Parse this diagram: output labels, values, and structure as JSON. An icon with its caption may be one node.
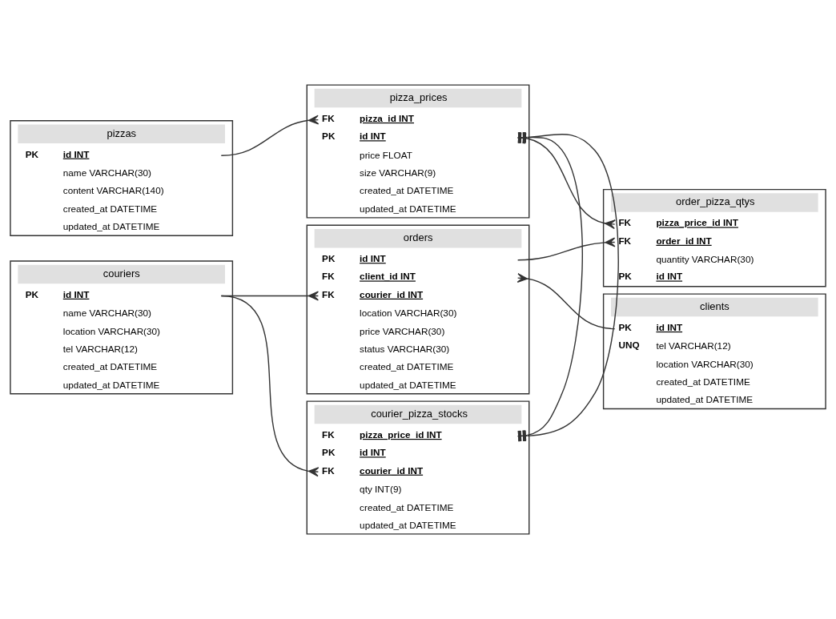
{
  "diagram": {
    "nodes": [
      {
        "text": [
          "pizzas"
        ]
      },
      {
        "text": [
          "PK",
          "id INT"
        ],
        "in": 0
      },
      {
        "text": [
          "name VARCHAR(30)"
        ],
        "in": 0
      },
      {
        "text": [
          "content VARCHAR(140)"
        ],
        "in": 0
      },
      {
        "text": [
          "created_at DATETIME"
        ],
        "in": 0
      },
      {
        "text": [
          "updated_at DATETIME"
        ],
        "in": 0
      },
      {
        "text": [
          "pizza_prices"
        ]
      },
      {
        "text": [
          "PK",
          "id INT"
        ],
        "in": 6
      },
      {
        "text": [
          "FK",
          "pizza_id INT"
        ],
        "in": 6
      },
      {
        "text": [
          "price FLOAT"
        ],
        "in": 6
      },
      {
        "text": [
          "size VARCHAR(9)"
        ],
        "in": 6
      },
      {
        "text": [
          "created_at DATETIME"
        ],
        "in": 6
      },
      {
        "text": [
          "updated_at DATETIME"
        ],
        "in": 6
      },
      {
        "text": [
          "order_pizza_qtys"
        ]
      },
      {
        "text": [
          "PK",
          "id INT"
        ],
        "in": 13
      },
      {
        "text": [
          "FK",
          "pizza_price_id INT"
        ],
        "in": 13
      },
      {
        "text": [
          "FK",
          "order_id INT"
        ],
        "in": 13
      },
      {
        "text": [
          "quantity VARCHAR(30)"
        ],
        "in": 13
      },
      {
        "text": [
          "courier_pizza_stocks"
        ]
      },
      {
        "text": [
          "PK",
          "id INT"
        ],
        "in": 18
      },
      {
        "text": [
          "FK",
          "courier_id INT"
        ],
        "in": 18
      },
      {
        "text": [
          "FK",
          "pizza_price_id INT"
        ],
        "in": 18
      },
      {
        "text": [
          "qty INT(9)"
        ],
        "in": 18
      },
      {
        "text": [
          "created_at DATETIME"
        ],
        "in": 18
      },
      {
        "text": [
          "updated_at DATETIME"
        ],
        "in": 18
      },
      {
        "text": [
          "couriers"
        ]
      },
      {
        "text": [
          "PK",
          "id INT"
        ],
        "in": 25
      },
      {
        "text": [
          "name VARCHAR(30)"
        ],
        "in": 25
      },
      {
        "text": [
          "location VARCHAR(30)"
        ],
        "in": 25
      },
      {
        "text": [
          "tel VARCHAR(12)"
        ],
        "in": 25
      },
      {
        "text": [
          "created_at DATETIME"
        ],
        "in": 25
      },
      {
        "text": [
          "updated_at DATETIME"
        ],
        "in": 25
      },
      {
        "text": [
          "clients"
        ]
      },
      {
        "text": [
          "PK",
          "id INT"
        ],
        "in": 32
      },
      {
        "text": [
          "UNQ",
          "tel VARCHAR(12)"
        ],
        "in": 32
      },
      {
        "text": [
          "location VARCHAR(30)"
        ],
        "in": 32
      },
      {
        "text": [
          "created_at DATETIME"
        ],
        "in": 32
      },
      {
        "text": [
          "updated_at DATETIME"
        ],
        "in": 32
      },
      {
        "text": [
          "orders"
        ]
      },
      {
        "text": [
          "PK",
          "id INT"
        ],
        "in": 38
      },
      {
        "text": [
          "FK",
          "client_id INT"
        ],
        "in": 38
      },
      {
        "text": [
          "FK",
          "courier_id INT"
        ],
        "in": 38
      },
      {
        "text": [
          "location VARCHAR(30)"
        ],
        "in": 38
      },
      {
        "text": [
          "price VARCHAR(30)"
        ],
        "in": 38
      },
      {
        "text": [
          "status VARCHAR(30)"
        ],
        "in": 38
      },
      {
        "text": [
          "created_at DATETIME"
        ],
        "in": 38
      },
      {
        "text": [
          "updated_at DATETIME"
        ],
        "in": 38
      }
    ],
    "edges": [
      {
        "from": 1,
        "to": 8,
        "arrow": "other"
      },
      {
        "from": 7,
        "to": 15,
        "arrow": "other"
      },
      {
        "from": 7,
        "to": 21,
        "arrow": "other"
      },
      {
        "from": 39,
        "to": 16,
        "arrow": "other"
      },
      {
        "from": 26,
        "to": 20,
        "arrow": "other"
      },
      {
        "from": 26,
        "to": 41,
        "arrow": "other"
      },
      {
        "from": 33,
        "to": 40,
        "arrow": "other"
      }
    ]
  }
}
